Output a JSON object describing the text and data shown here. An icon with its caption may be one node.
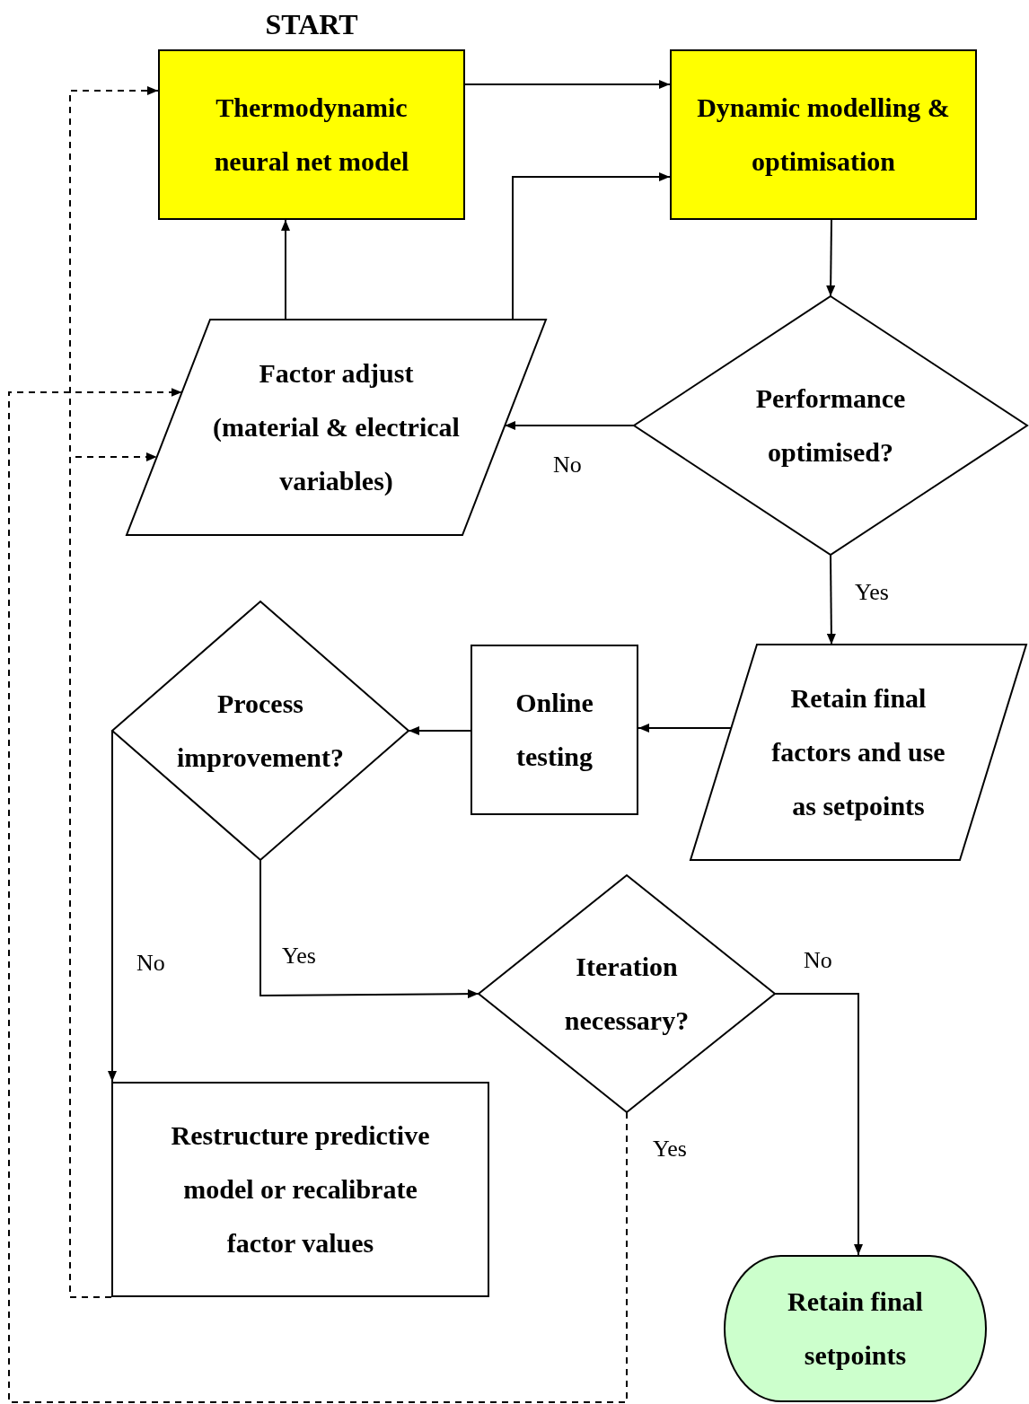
{
  "diagram": {
    "nodes": [
      {
        "text": [
          "Thermodynamic neural net model"
        ],
        "beside": [
          "START"
        ]
      },
      {
        "text": [
          "Dynamic modelling & optimisation"
        ]
      },
      {
        "text": [
          "Factor adjust",
          "(material & electrical variables)"
        ]
      },
      {
        "text": [
          "Performance optimised?"
        ]
      },
      {
        "text": [
          "Retain final factors and use as setpoints"
        ]
      },
      {
        "text": [
          "Online testing"
        ]
      },
      {
        "text": [
          "Process improvement?"
        ]
      },
      {
        "text": [
          "Iteration necessary?"
        ]
      },
      {
        "text": [
          "Restructure predictive model or recalibrate factor values"
        ]
      },
      {
        "text": [
          "Retain final setpoints"
        ]
      }
    ],
    "edges": [
      {
        "from": 0,
        "to": 1,
        "arrow": "to"
      },
      {
        "from": 2,
        "to": 0,
        "arrow": "to"
      },
      {
        "from": 2,
        "to": 1,
        "arrow": "to"
      },
      {
        "from": 1,
        "to": 3,
        "arrow": "to"
      },
      {
        "from": 3,
        "to": 2,
        "arrow": "to",
        "label": "No"
      },
      {
        "from": 3,
        "to": 4,
        "arrow": "to",
        "label": "Yes"
      },
      {
        "from": 4,
        "to": 5,
        "arrow": "to"
      },
      {
        "from": 5,
        "to": 6,
        "arrow": "to"
      },
      {
        "from": 6,
        "to": 8,
        "arrow": "to",
        "label": "No"
      },
      {
        "from": 6,
        "to": 7,
        "arrow": "to",
        "label": "Yes"
      },
      {
        "from": 7,
        "to": 9,
        "arrow": "to",
        "label": "No"
      },
      {
        "from": 7,
        "to": 2,
        "arrow": "to",
        "label": "Yes",
        "style": "dashed"
      },
      {
        "from": 8,
        "to": 0,
        "arrow": "to",
        "style": "dashed"
      },
      {
        "from": 8,
        "to": 2,
        "arrow": "to",
        "style": "dashed"
      }
    ]
  }
}
